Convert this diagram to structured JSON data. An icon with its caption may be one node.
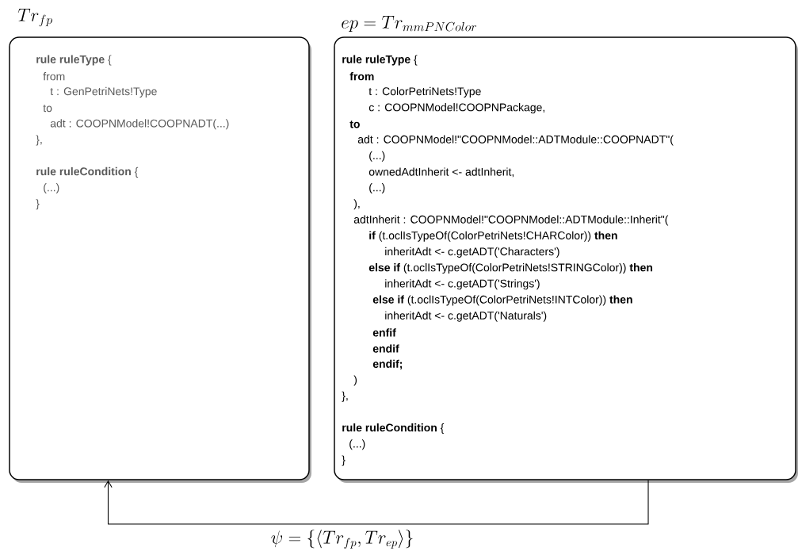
{
  "diagram": {
    "nodes": [
      {
        "text": [
          "Tr_{fp}",
          "**rule ruleType** {",
          "from",
          "t : GenPetriNets!Type",
          "to",
          "adt : COOPNModel!COOPNADT(...)",
          "},",
          "**rule ruleCondition** {",
          "(...)",
          "}"
        ]
      },
      {
        "text": [
          "ep = Tr_{mmPNColor}",
          "**rule ruleType** {",
          "from",
          "t  : ColorPetriNets!Type",
          "c : COOPNModel!COOPNPackage,",
          "to",
          "adt : COOPNModel!\"COOPNModel::ADTModule::COOPNADT\"(",
          "(...)",
          "ownedAdtInherit <- adtInherit,",
          "(...)",
          "),",
          "adtInherit : COOPNModel!\"COOPNModel::ADTModule::Inherit\"(",
          "**if** (t.oclIsTypeOf(ColorPetriNets!CHARColor)) **then**",
          "inheritAdt <- c.getADT('Characters')",
          "**else if** (t.oclIsTypeOf(ColorPetriNets!STRINGColor)) **then**",
          "inheritAdt <- c.getADT('Strings')",
          "**else if** (t.oclIsTypeOf(ColorPetriNets!INTColor)) **then**",
          "inheritAdt <- c.getADT('Naturals')",
          "enfif",
          "endif",
          "endif;",
          ")",
          "},",
          "**rule ruleCondition** {",
          "(...)",
          "}"
        ]
      }
    ],
    "edges": [
      {
        "from": 1,
        "to": 0,
        "arrow": "to",
        "label": "\\psi = \\{\\langle Tr_{fp}, Tr_{ep}\\rangle\\}"
      }
    ]
  }
}
